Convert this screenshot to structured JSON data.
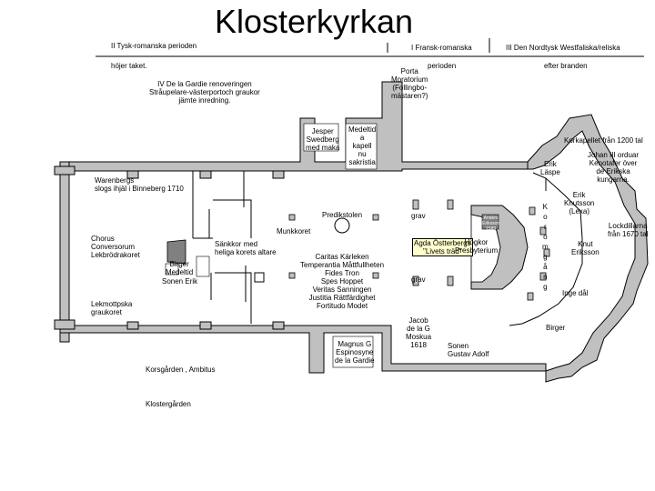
{
  "title": "Klosterkyrkan",
  "header": {
    "period_ii": "II Tysk-romanska perioden",
    "period_i": "I Fransk-romanska",
    "period_i_cont": "perioden",
    "period_iii": "III Den Nordtysk Westfaliska/reliska",
    "period_iii_cont": "efter branden",
    "roof_note": "höjer taket."
  },
  "labels": {
    "de_la_gardie": [
      "IV De la Gardie renoveringen",
      "Stråupelare-västerportoch graukor",
      "jämte inredning."
    ],
    "porta": [
      "Porta",
      "Moratorium",
      "(Follingbo-",
      "mästaren?)"
    ],
    "jesper": [
      "Jesper",
      "Swedberg",
      "med maka"
    ],
    "medeltida": [
      "Medeltid",
      "a",
      "kapell",
      "nu",
      "sakristia"
    ],
    "korkapellet": "Korkapellet från 1200 tal",
    "johan": [
      "Johan III orduar",
      "Kenotafer över",
      "de Erikska",
      "kungarna."
    ],
    "erik_laspe": [
      "Erik",
      "Läspe"
    ],
    "erik_knutsson": [
      "Erik",
      "Knutsson",
      "(Lexa)"
    ],
    "warenberg": [
      "Warenbergs",
      "slogs ihjäl i Binneberg 1710"
    ],
    "grav_1": "grav",
    "grav_2": "grav",
    "anders": [
      "Anders",
      "Eriksson",
      "1589"
    ],
    "agda": [
      "Agda Östterbergs",
      "\"Livets träd\""
    ],
    "hogkor": [
      "Högkor",
      "Presbyterium"
    ],
    "koret_vertical": [
      "K",
      "o",
      "r",
      "o",
      "m",
      "g",
      "å",
      "n",
      "g"
    ],
    "lockdillarna": [
      "Lockdillarna",
      "från 1670 tal"
    ],
    "knut": [
      "Knut",
      "Eriksson"
    ],
    "chorus": [
      "Chorus",
      "Conversorum",
      "Lekbrödrakoret"
    ],
    "munkkoret": "Munkkoret",
    "predikstolen": "Predikstolen",
    "sankkor": [
      "Sänkkor med",
      "heliga korets altare"
    ],
    "birger_medeltid": [
      "Birger",
      "Medeltid"
    ],
    "sonen_erik": "Sonen Erik",
    "virtues": [
      "Caritas Kärleken",
      "Temperantia Måttfullheten",
      "Fides Tron",
      "Spes Hoppet",
      "Veritas Sanningen",
      "Justitia Rättfärdighet",
      "Fortitudo Modet"
    ],
    "ingeborg": "Inge dål",
    "birger": "Birger",
    "lekmannakoret": [
      "Lekmottpska",
      "graukoret"
    ],
    "jacob": [
      "Jacob",
      "de la G",
      "Moskua",
      "1618"
    ],
    "sonen_gustav": [
      "Sonen",
      "Gustav Adolf"
    ],
    "magnus": [
      "Magnus G",
      "Espinosyne",
      "de la Gardie"
    ],
    "korsgarden": "Korsgården , Ambitus",
    "klostergarden": "Klostergården"
  },
  "colors": {
    "wall": "#c0c0c0",
    "line": "#000000",
    "highlight": "#ffffcc",
    "altar": "#808080"
  }
}
